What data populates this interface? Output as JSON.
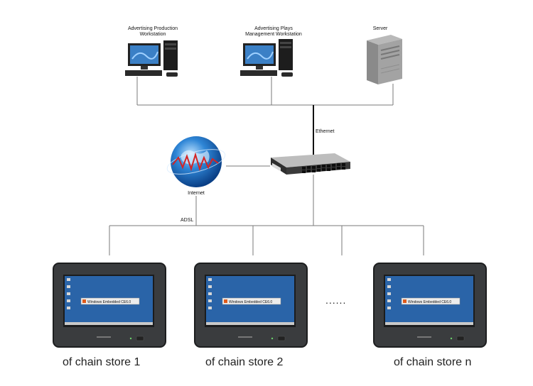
{
  "nodes": {
    "workstation_production": {
      "label_line1": "Advertising Production",
      "label_line2": "Workstation"
    },
    "workstation_management": {
      "label_line1": "Advertising Plays",
      "label_line2": "Management Workstation"
    },
    "server": {
      "label": "Server"
    },
    "switch": {
      "icon": "network-switch-icon"
    },
    "internet": {
      "label": "Internet",
      "icon": "globe-icon"
    }
  },
  "links": {
    "ethernet_label": "Ethernet",
    "adsl_label": "ADSL"
  },
  "stores": [
    {
      "label": "of chain store 1",
      "screen_text": "Windows Embedded CE6.0"
    },
    {
      "label": "of chain store 2",
      "screen_text": "Windows Embedded CE6.0"
    },
    {
      "label": "of chain store n",
      "screen_text": "Windows Embedded CE6.0"
    }
  ],
  "ellipsis": "......",
  "colors": {
    "line": "#7a7a7a",
    "screen_blue": "#2a64a8",
    "device_body": "#3a3c3e",
    "globe_blue": "#1f6fc4",
    "ethernet_cable": "#111111"
  }
}
